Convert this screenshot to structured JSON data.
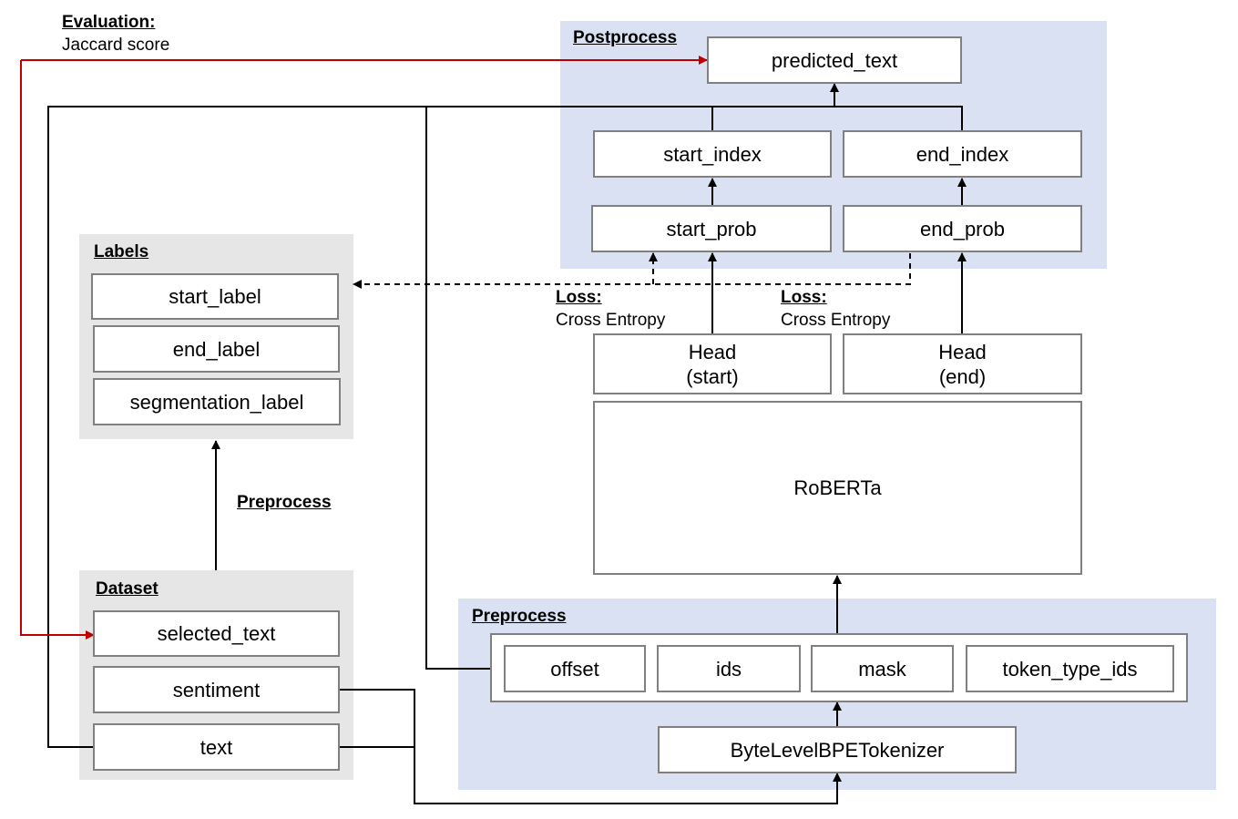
{
  "evaluation": {
    "title": "Evaluation:",
    "subtitle": "Jaccard score"
  },
  "postprocess": {
    "title": "Postprocess",
    "predicted_text": "predicted_text",
    "start_index": "start_index",
    "end_index": "end_index",
    "start_prob": "start_prob",
    "end_prob": "end_prob"
  },
  "loss_start": {
    "title": "Loss:",
    "subtitle": "Cross Entropy"
  },
  "loss_end": {
    "title": "Loss:",
    "subtitle": "Cross Entropy"
  },
  "labels": {
    "title": "Labels",
    "items": [
      "start_label",
      "end_label",
      "segmentation_label"
    ]
  },
  "label_preprocess": "Preprocess",
  "dataset": {
    "title": "Dataset",
    "items": [
      "selected_text",
      "sentiment",
      "text"
    ]
  },
  "model": {
    "head_start": "Head\n(start)",
    "head_end": "Head\n(end)",
    "roberta": "RoBERTa"
  },
  "preprocess": {
    "title": "Preprocess",
    "outputs": [
      "offset",
      "ids",
      "mask",
      "token_type_ids"
    ],
    "tokenizer": "ByteLevelBPETokenizer"
  },
  "colors": {
    "evaluation_arrow": "#c00000",
    "panel_blue": "#d9e1f2",
    "panel_gray": "#e6e6e6"
  }
}
